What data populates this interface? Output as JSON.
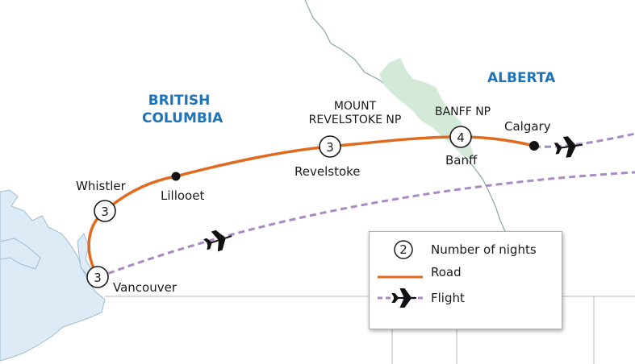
{
  "colors": {
    "water": "#dcebf5",
    "park": "#d4ead9",
    "road": "#e06a1e",
    "flight": "#a98ac4",
    "region_label": "#1f73b7",
    "border": "#8aa8a0"
  },
  "regions": {
    "british_columbia": [
      "BRITISH",
      "COLUMBIA"
    ],
    "alberta": "ALBERTA"
  },
  "parks": {
    "mount_revelstoke": [
      "MOUNT",
      "REVELSTOKE NP"
    ],
    "banff": "BANFF NP"
  },
  "stops": [
    {
      "name": "Vancouver",
      "nights": "3"
    },
    {
      "name": "Whistler",
      "nights": "3"
    },
    {
      "name": "Lillooet",
      "nights": ""
    },
    {
      "name": "Revelstoke",
      "nights": "3"
    },
    {
      "name": "Banff",
      "nights": "4"
    },
    {
      "name": "Calgary",
      "nights": ""
    }
  ],
  "legend": {
    "nights_badge": "2",
    "nights_label": "Number of nights",
    "road_label": "Road",
    "flight_label": "Flight"
  },
  "icons": {
    "flight": "airplane-icon",
    "stop": "black-dot-icon",
    "nights": "numbered-circle-icon"
  }
}
